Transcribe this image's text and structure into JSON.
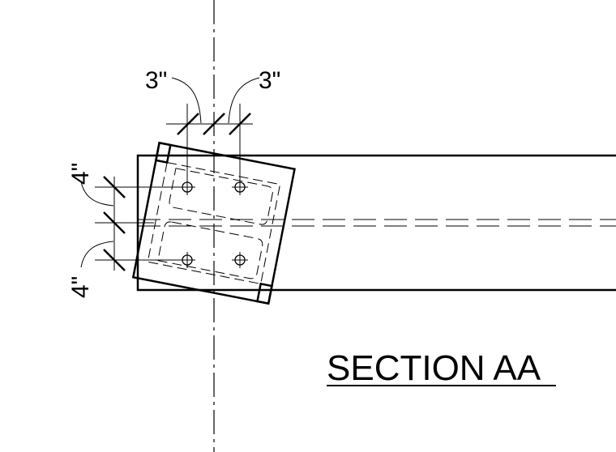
{
  "dimensions": {
    "top_left": "3\"",
    "top_right": "3\"",
    "left_upper": "4\"",
    "left_lower": "4\""
  },
  "section_title": "SECTION AA",
  "colors": {
    "line": "#000000",
    "background": "#ffffff"
  }
}
